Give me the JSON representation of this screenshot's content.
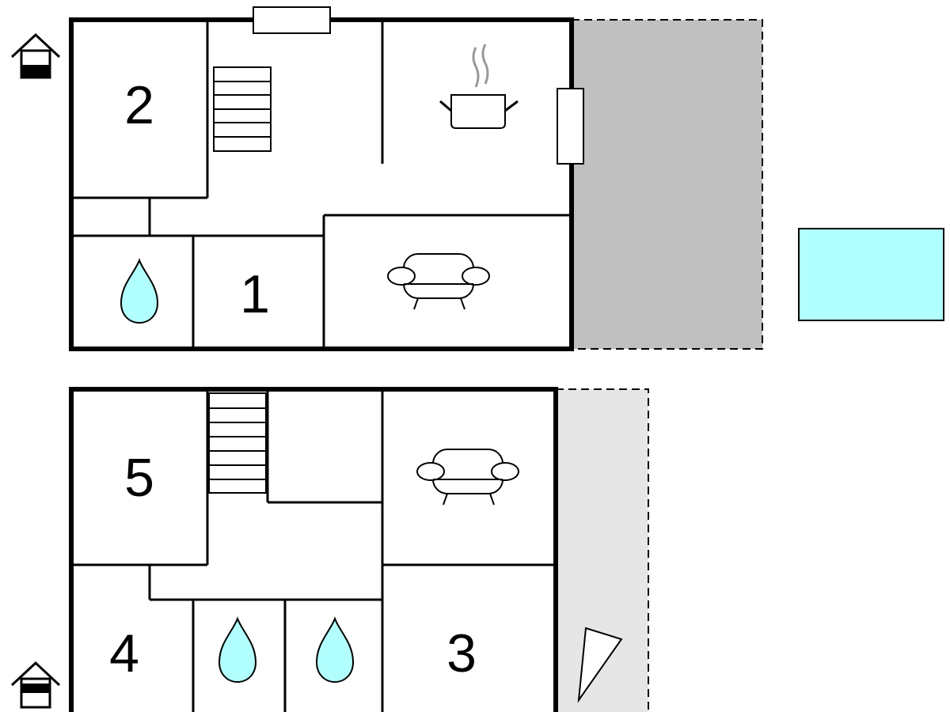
{
  "colors": {
    "terrace_dark": "#c0c0c0",
    "terrace_light": "#e6e6e6",
    "water": "#b2ffff",
    "pool": "#b2ffff",
    "steam": "#999999"
  },
  "floor_ground": {
    "room_numbers": {
      "bedroom_2": "2",
      "bedroom_1": "1"
    },
    "icons": [
      "house-floor-icon",
      "stairs-icon",
      "kitchen-pot-icon",
      "sofa-icon",
      "water-drop-icon",
      "window-icon",
      "door-icon",
      "terrace",
      "pool"
    ]
  },
  "floor_upper": {
    "room_numbers": {
      "bedroom_5": "5",
      "bedroom_4": "4",
      "bedroom_3": "3"
    },
    "icons": [
      "house-floor-icon",
      "stairs-icon",
      "sofa-icon",
      "water-drop-icon",
      "water-drop-icon",
      "balcony",
      "shade-icon"
    ]
  }
}
